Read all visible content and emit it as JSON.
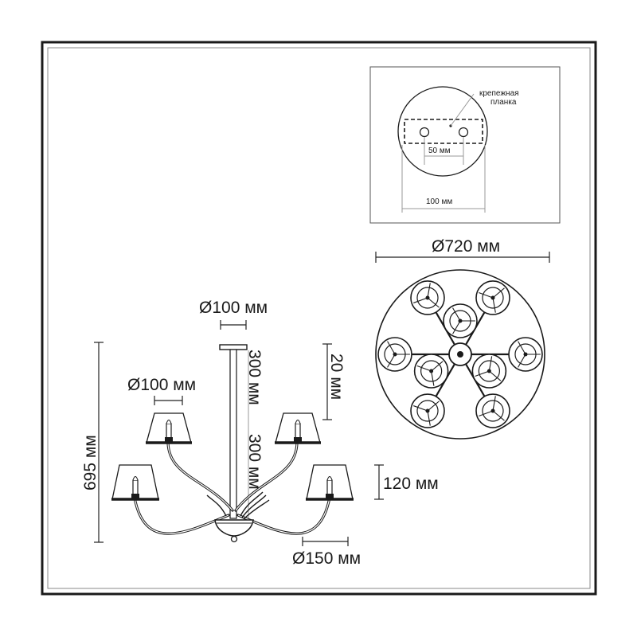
{
  "mount_detail": {
    "callout_line1": "крепежная",
    "callout_line2": "планка",
    "hole_spacing": "50 мм",
    "plate_width": "100 мм"
  },
  "top_view": {
    "diameter": "Ø720 мм"
  },
  "side_view": {
    "canopy_diameter": "Ø100 мм",
    "shade_top_diameter": "Ø100 мм",
    "rod_length_upper": "300 мм",
    "rod_length_lower": "300 мм",
    "canopy_height": "20 мм",
    "total_height": "695 мм",
    "shade_height": "120 мм",
    "shade_bottom_diameter": "Ø150 мм"
  }
}
